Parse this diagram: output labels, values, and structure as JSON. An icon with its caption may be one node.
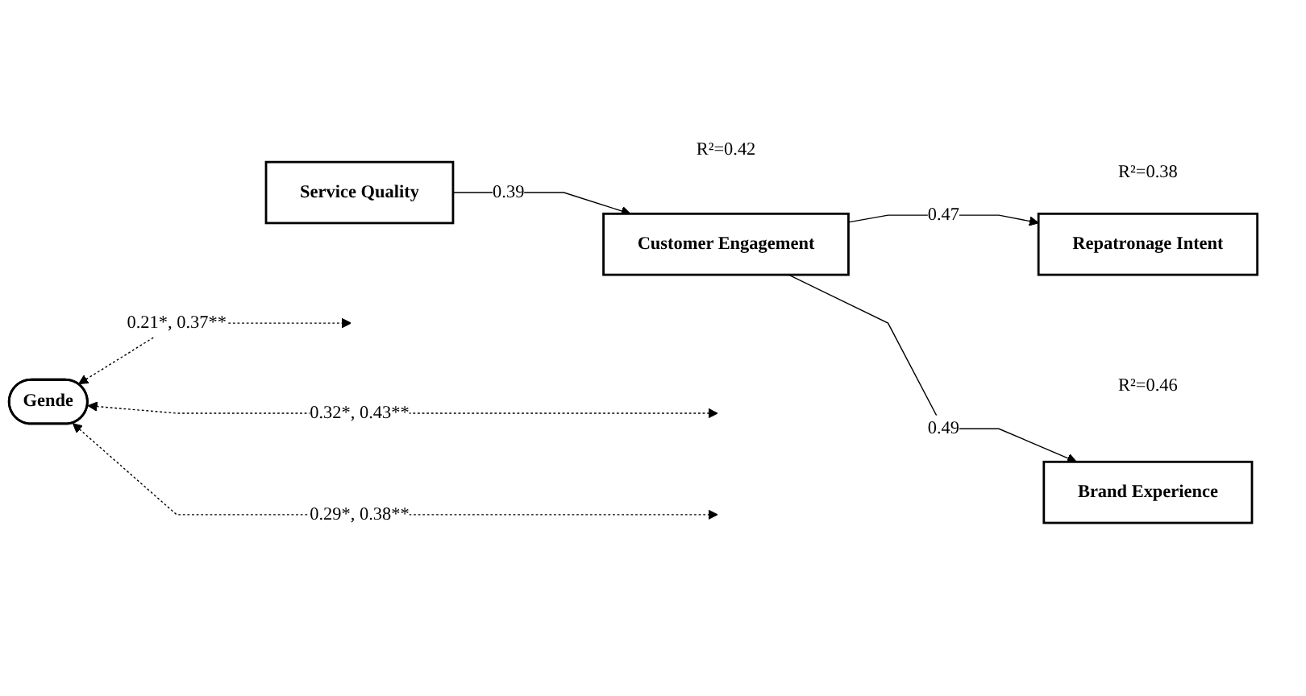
{
  "diagram": {
    "nodes": [
      {
        "text": [
          "Gende"
        ]
      },
      {
        "text": [
          "Service Quality"
        ]
      },
      {
        "text": [
          "Customer Engagement"
        ],
        "beside": [
          "R²=0.42"
        ]
      },
      {
        "text": [
          "Brand Experience"
        ],
        "beside": [
          "R²=0.46"
        ]
      },
      {
        "text": [
          "Repatronage Intent"
        ],
        "beside": [
          "R²=0.38"
        ]
      }
    ],
    "edges": [
      {
        "from": 1,
        "to": 2,
        "arrow": "to",
        "label": "0.39"
      },
      {
        "from": 2,
        "to": 3,
        "arrow": "to",
        "label": "0.49"
      },
      {
        "from": 2,
        "to": 4,
        "arrow": "to",
        "label": "0.47"
      },
      {
        "from": 0,
        "to": null,
        "arrow": "both",
        "style": "dashed",
        "label": "0.21*, 0.37**"
      },
      {
        "from": 0,
        "to": null,
        "arrow": "both",
        "style": "dashed",
        "label": "0.32*, 0.43**"
      },
      {
        "from": 0,
        "to": null,
        "arrow": "both",
        "style": "dashed",
        "label": "0.29*, 0.38**"
      }
    ]
  }
}
